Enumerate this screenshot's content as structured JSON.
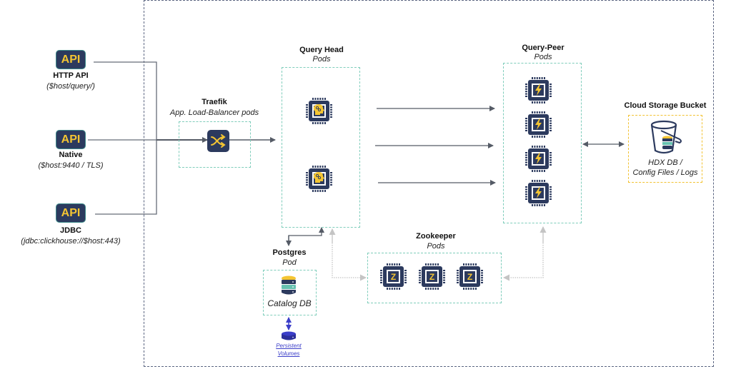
{
  "clients": [
    {
      "badge": "API",
      "name": "HTTP API",
      "endpoint": "($host/query/)"
    },
    {
      "badge": "API",
      "name": "Native",
      "endpoint": "($host:9440 / TLS)"
    },
    {
      "badge": "API",
      "name": "JDBC",
      "endpoint": "(jdbc:clickhouse://$host:443)"
    }
  ],
  "traefik": {
    "title": "Traefik",
    "subtitle": "App. Load-Balancer pods",
    "icon": "shuffle-icon"
  },
  "query_head": {
    "title": "Query Head",
    "subtitle": "Pods",
    "pod_count": 2,
    "icon": "brain-chip-icon"
  },
  "query_peer": {
    "title": "Query-Peer",
    "subtitle": "Pods",
    "pod_count": 4,
    "icon": "lightning-chip-icon"
  },
  "storage": {
    "title": "Cloud  Storage Bucket",
    "label_line1": "HDX DB /",
    "label_line2": "Config Files / Logs",
    "icon": "bucket-icon"
  },
  "postgres": {
    "title": "Postgres",
    "subtitle": "Pod",
    "label": "Catalog DB",
    "icon": "database-icon"
  },
  "zookeeper": {
    "title": "Zookeeper",
    "subtitle": "Pods",
    "pod_count": 3,
    "chip_letter": "Z"
  },
  "persistent_volumes": {
    "line1": "Persistent",
    "line2": "Volumes",
    "icon": "disk-icon"
  },
  "colors": {
    "navy": "#2c3a5e",
    "yellow": "#f4c533",
    "teal": "#7fcdbb",
    "arrow": "#555b66",
    "dotted": "#bfbfbf",
    "blue": "#3b3ec9"
  }
}
